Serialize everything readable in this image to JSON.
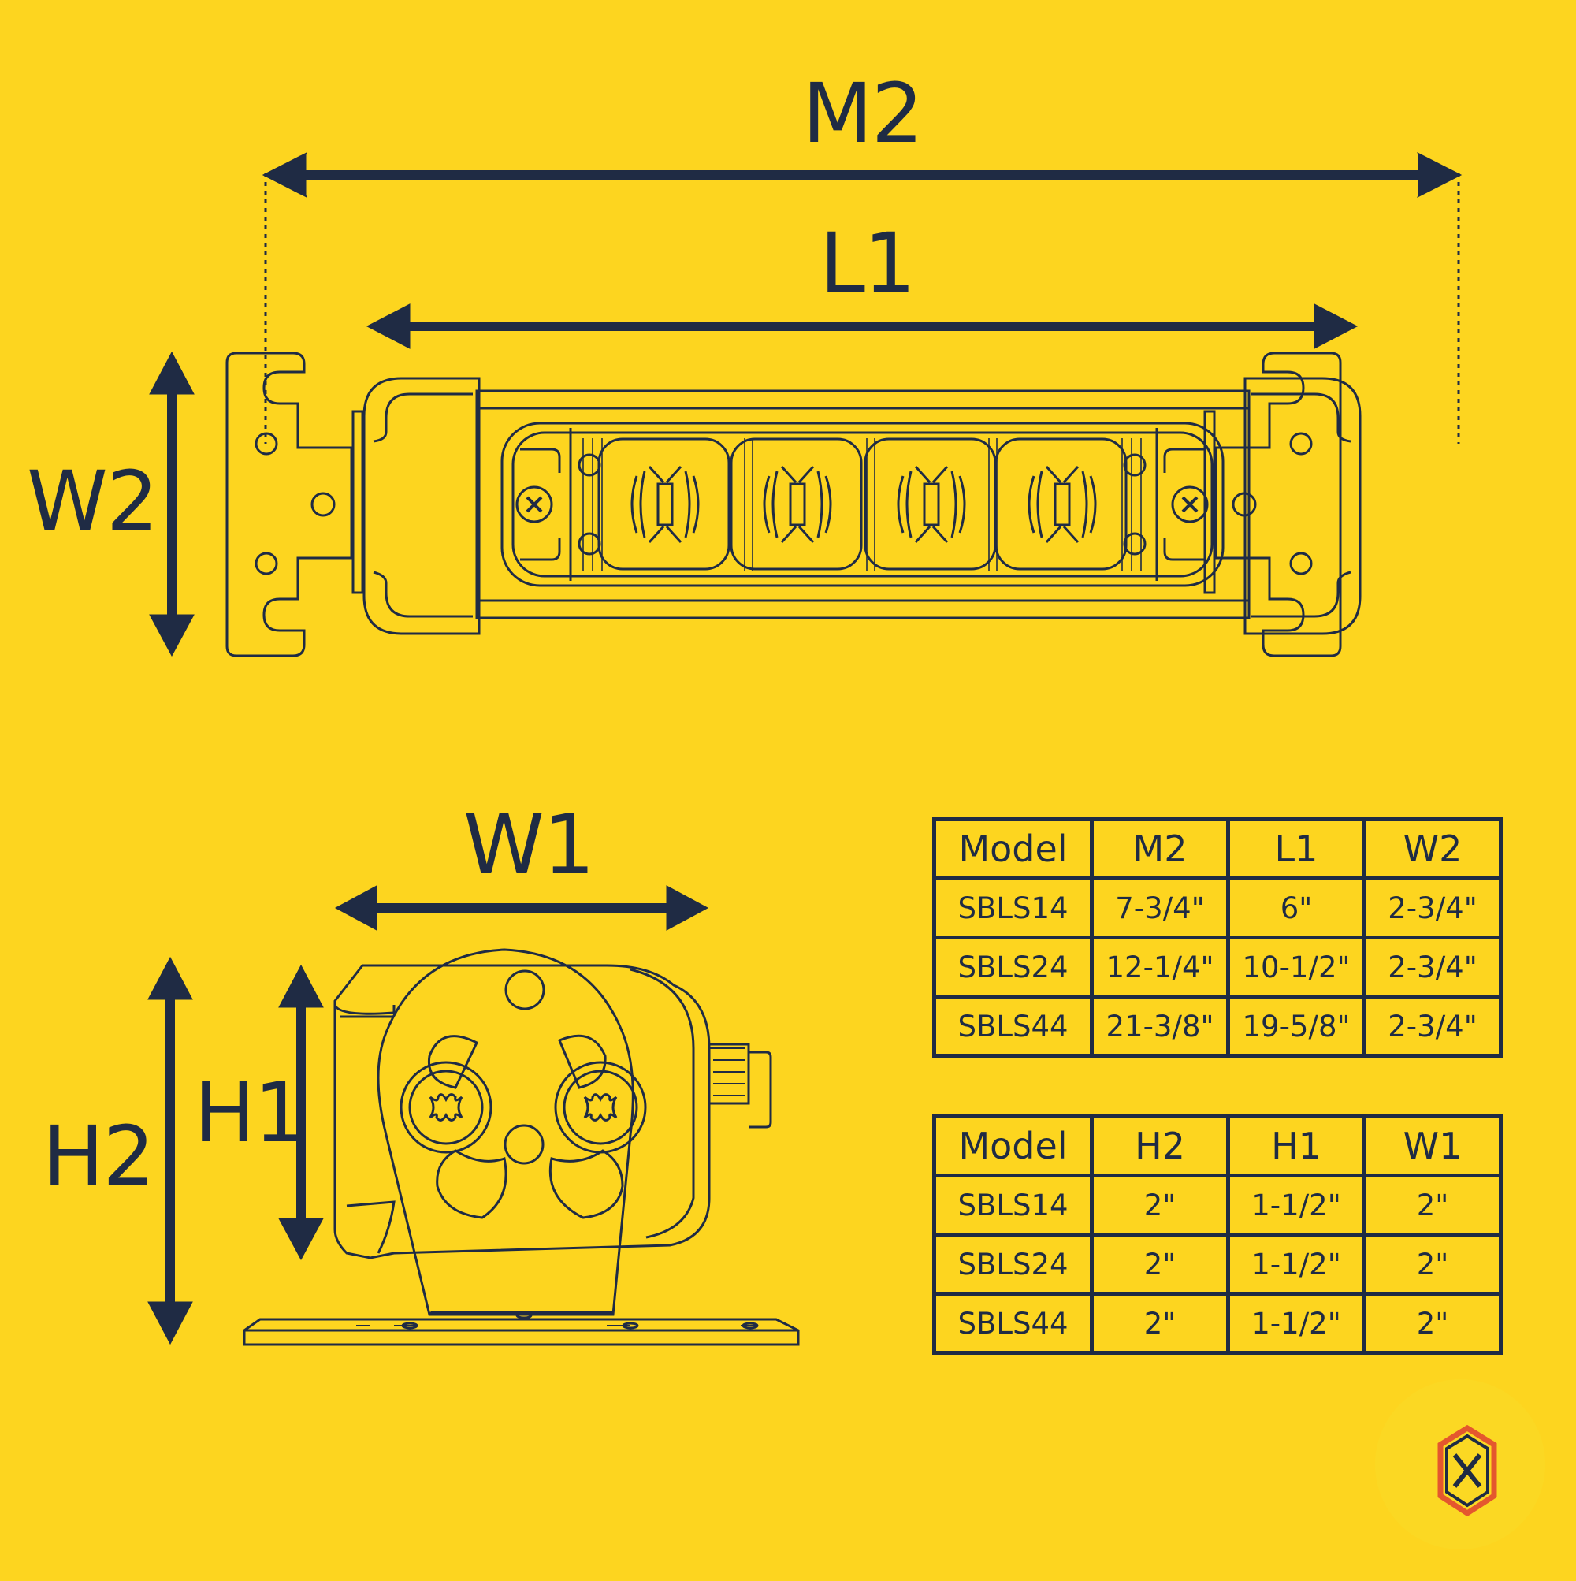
{
  "labels": {
    "m2": "M2",
    "l1": "L1",
    "w2": "W2",
    "w1": "W1",
    "h1": "H1",
    "h2": "H2"
  },
  "table1": {
    "headers": [
      "Model",
      "M2",
      "L1",
      "W2"
    ],
    "rows": [
      [
        "SBLS14",
        "7-3/4\"",
        "6\"",
        "2-3/4\""
      ],
      [
        "SBLS24",
        "12-1/4\"",
        "10-1/2\"",
        "2-3/4\""
      ],
      [
        "SBLS44",
        "21-3/8\"",
        "19-5/8\"",
        "2-3/4\""
      ]
    ]
  },
  "table2": {
    "headers": [
      "Model",
      "H2",
      "H1",
      "W1"
    ],
    "rows": [
      [
        "SBLS14",
        "2\"",
        "1-1/2\"",
        "2\""
      ],
      [
        "SBLS24",
        "2\"",
        "1-1/2\"",
        "2\""
      ],
      [
        "SBLS44",
        "2\"",
        "1-1/2\"",
        "2\""
      ]
    ]
  },
  "colors": {
    "background": "#fdd51f",
    "ink": "#1f2b44",
    "logo_accent": "#e4572e"
  },
  "icons": {
    "logo": "hexagon-x-logo-icon"
  }
}
